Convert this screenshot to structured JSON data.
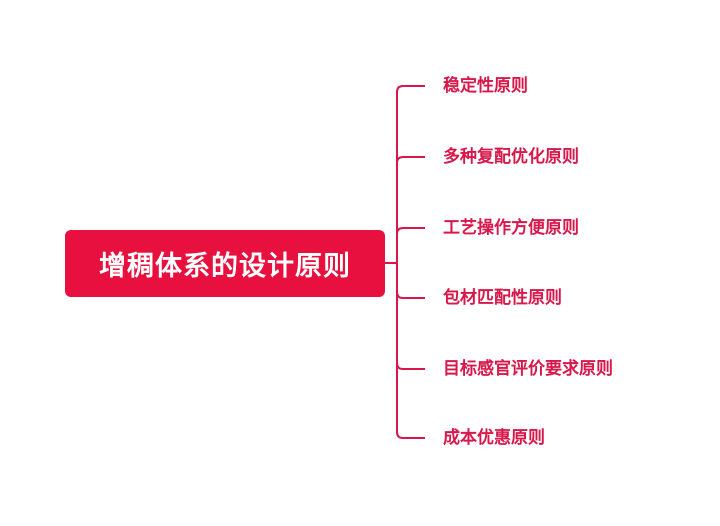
{
  "root": {
    "label": "增稠体系的设计原则"
  },
  "branches": [
    {
      "label": "稳定性原则"
    },
    {
      "label": "多种复配优化原则"
    },
    {
      "label": "工艺操作方便原则"
    },
    {
      "label": "包材匹配性原则"
    },
    {
      "label": "目标感官评价要求原则"
    },
    {
      "label": "成本优惠原则"
    }
  ],
  "colors": {
    "root_fill": "#e8103e",
    "line": "#d8174a",
    "text": "#d8174a"
  }
}
